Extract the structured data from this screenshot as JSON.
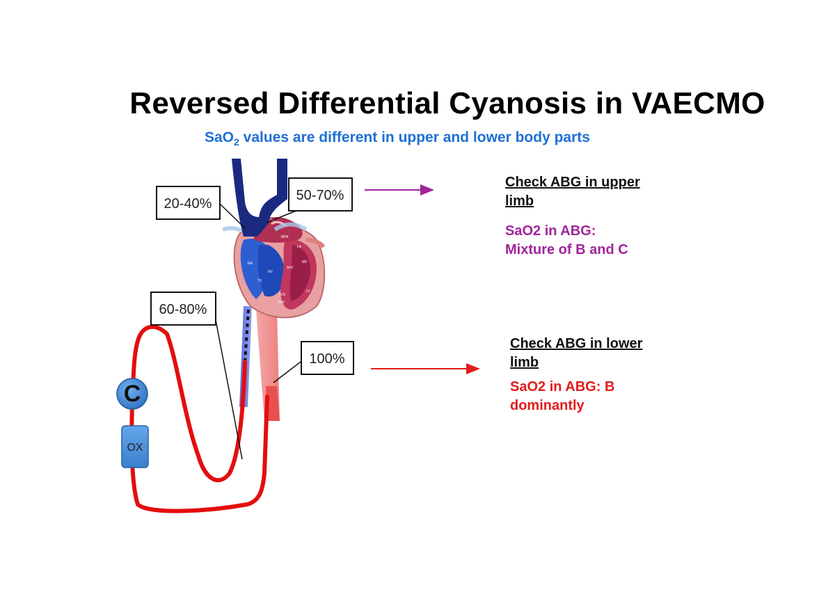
{
  "title": "Reversed Differential Cyanosis in VAECMO",
  "subtitle": {
    "prefix": "SaO",
    "subscript": "2",
    "suffix": " values are different in upper and lower body parts"
  },
  "labels": {
    "upper_left": "20-40%",
    "upper_right": "50-70%",
    "circuit": "60-80%",
    "lower": "100%",
    "pump": "C",
    "oxygenator": "OX"
  },
  "heart_labels": [
    "Ao",
    "MPA",
    "LA",
    "RA",
    "TV",
    "MV",
    "AoV",
    "RV",
    "LV",
    "IVS",
    "PFF"
  ],
  "upper_note": {
    "heading_line1": "Check ABG in upper",
    "heading_line2": "limb",
    "body_line1": "SaO2 in ABG:",
    "body_line2": "Mixture  of B and C"
  },
  "lower_note": {
    "heading_line1": "Check ABG in lower",
    "heading_line2": "limb",
    "body_line1": "SaO2 in ABG: B",
    "body_line2": "dominantly"
  },
  "colors": {
    "subtitle": "#1f6fd6",
    "upper_note": "#a0249a",
    "lower_note": "#e31b1b",
    "circuit": "#e30e0e",
    "vena_cava": "#1b2a80",
    "pump": "#3a86d6"
  }
}
